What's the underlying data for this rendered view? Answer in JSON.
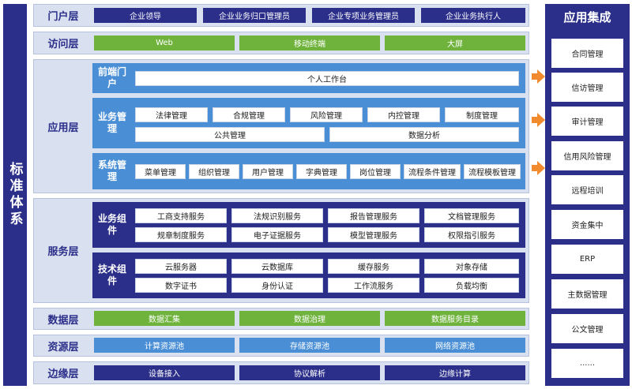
{
  "left_title": "标准体系",
  "portal": {
    "name": "门户层",
    "items": [
      "企业领导",
      "企业业务归口管理员",
      "企业专项业务管理员",
      "企业业务执行人"
    ]
  },
  "access": {
    "name": "访问层",
    "items": [
      "Web",
      "移动终端",
      "大屏"
    ]
  },
  "application": {
    "name": "应用层",
    "front": {
      "label": "前端门户",
      "items": [
        "个人工作台"
      ]
    },
    "business": {
      "label": "业务管理",
      "row1": [
        "法律管理",
        "合规管理",
        "风险管理",
        "内控管理",
        "制度管理"
      ],
      "row2": [
        "公共管理",
        "数据分析"
      ]
    },
    "system": {
      "label": "系统管理",
      "items": [
        "菜单管理",
        "组织管理",
        "用户管理",
        "字典管理",
        "岗位管理",
        "流程条件管理",
        "流程模板管理"
      ]
    }
  },
  "service": {
    "name": "服务层",
    "business": {
      "label": "业务组件",
      "row1": [
        "工商支持服务",
        "法规识别服务",
        "报告管理服务",
        "文档管理服务"
      ],
      "row2": [
        "规章制度服务",
        "电子证据服务",
        "模型管理服务",
        "权限指引服务"
      ]
    },
    "tech": {
      "label": "技术组件",
      "row1": [
        "云服务器",
        "云数据库",
        "缓存服务",
        "对象存储"
      ],
      "row2": [
        "数字证书",
        "身份认证",
        "工作流服务",
        "负载均衡"
      ]
    }
  },
  "data_layer": {
    "name": "数据层",
    "items": [
      "数据汇集",
      "数据治理",
      "数据服务目录"
    ]
  },
  "resource": {
    "name": "资源层",
    "items": [
      "计算资源池",
      "存储资源池",
      "网络资源池"
    ]
  },
  "edge": {
    "name": "边缘层",
    "items": [
      "设备接入",
      "协议解析",
      "边缘计算"
    ]
  },
  "integration": {
    "title": "应用集成",
    "items": [
      "合同管理",
      "信访管理",
      "审计管理",
      "信用风险管理",
      "远程培训",
      "资金集中",
      "ERP",
      "主数据管理",
      "公文管理",
      "......"
    ]
  }
}
